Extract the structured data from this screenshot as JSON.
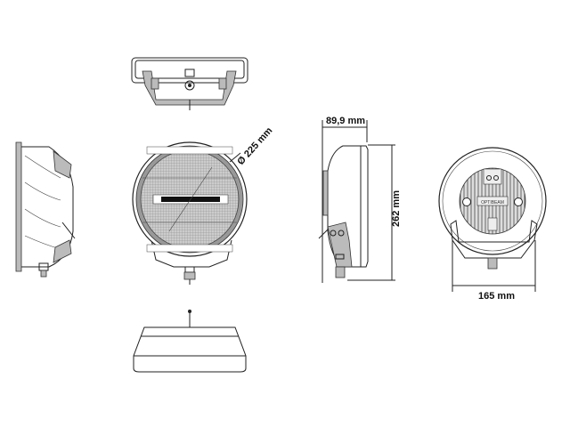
{
  "drawing": {
    "diameter_label": "Ø 225 mm",
    "depth_label": "89,9 mm",
    "height_label": "262 mm",
    "width_label": "165 mm",
    "rear_label_plate": "OPTIBEAM"
  },
  "colors": {
    "line": "#222222",
    "fill": "#bbbbbb",
    "background": "#ffffff"
  }
}
